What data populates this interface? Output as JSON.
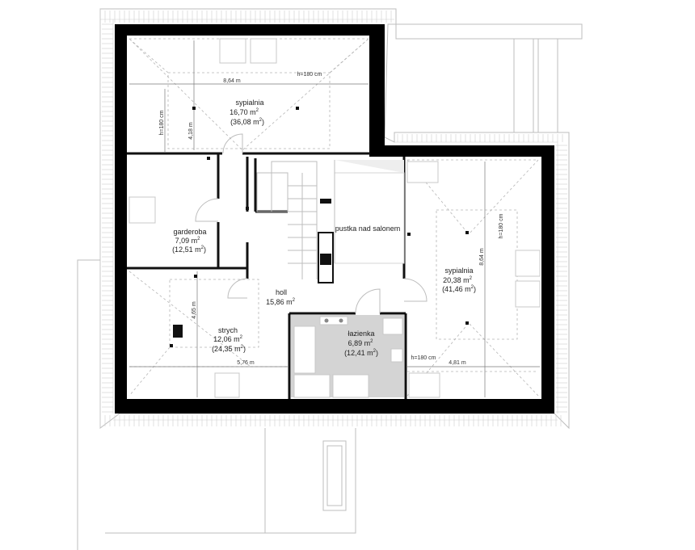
{
  "rooms": {
    "sypialnia_1": {
      "name": "sypialnia",
      "area": "16,70 m",
      "total": "(36,08 m",
      "sup": "2",
      "close": ")"
    },
    "garderoba": {
      "name": "garderoba",
      "area": "7,09 m",
      "total": "(12,51 m",
      "sup": "2",
      "close": ")"
    },
    "pustka": {
      "name": "pustka nad salonem"
    },
    "sypialnia_2": {
      "name": "sypialnia",
      "area": "20,38 m",
      "total": "(41,46 m",
      "sup": "2",
      "close": ")"
    },
    "holl": {
      "name": "holl",
      "area": "15,86 m",
      "sup": "2"
    },
    "strych": {
      "name": "strych",
      "area": "12,06 m",
      "total": "(24,35 m",
      "sup": "2",
      "close": ")"
    },
    "lazienka": {
      "name": "łazienka",
      "area": "6,89 m",
      "total": "(12,41 m",
      "sup": "2",
      "close": ")"
    }
  },
  "dimensions": {
    "d_864_top": "8,64 m",
    "d_418": "4,18 m",
    "h180_top": "h=180 cm",
    "h180_left": "h=180 cm",
    "d_864_right": "8,64 m",
    "h180_right": "h=180 cm",
    "d_465": "4,65 m",
    "d_576": "5,76 m",
    "h180_bath": "h=180 cm",
    "d_481": "4,81 m"
  }
}
